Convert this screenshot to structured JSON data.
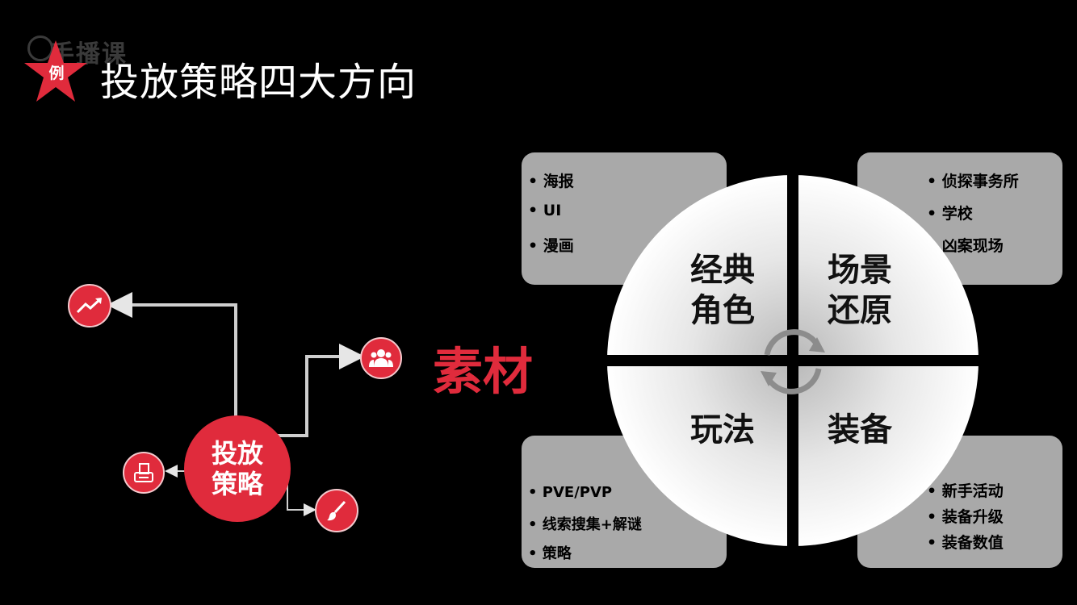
{
  "header": {
    "badge_char": "例",
    "watermark": "手播课",
    "title": "投放策略四大方向"
  },
  "left_diagram": {
    "center_node": [
      "投放",
      "策略"
    ],
    "highlight_label": "素材",
    "icons": [
      "trend-up-icon",
      "people-icon",
      "printer-icon",
      "brush-icon"
    ],
    "accent_color": "#e02b3c"
  },
  "quadrant": {
    "segments": [
      {
        "label": [
          "经典",
          "角色"
        ],
        "items": [
          "海报",
          "UI",
          "漫画"
        ]
      },
      {
        "label": [
          "场景",
          "还原"
        ],
        "items": [
          "侦探事务所",
          "学校",
          "凶案现场"
        ]
      },
      {
        "label": [
          "玩法"
        ],
        "items": [
          "PVE/PVP",
          "线索搜集+解谜",
          "策略"
        ]
      },
      {
        "label": [
          "装备"
        ],
        "items": [
          "新手活动",
          "装备升级",
          "装备数值"
        ]
      }
    ],
    "box_color": "#a9a9a9",
    "cycle_icon": "cycle-arrows-icon"
  }
}
